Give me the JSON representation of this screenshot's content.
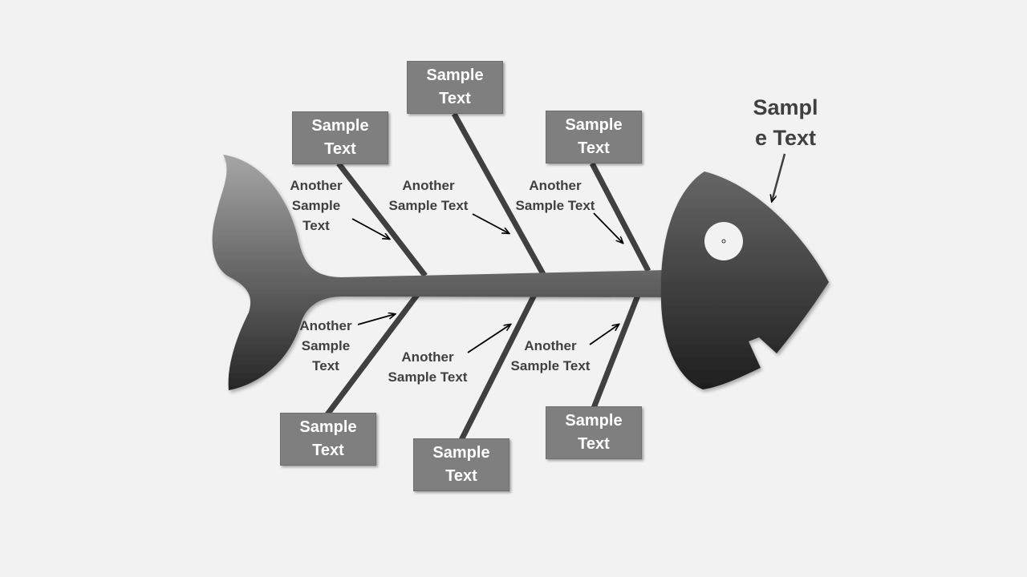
{
  "colors": {
    "background": "#f2f2f2",
    "fish_light": "#a6a6a6",
    "fish_dark": "#262626",
    "bone": "#404040",
    "box_fill": "#7f7f7f",
    "box_text": "#ffffff",
    "label_text": "#404040"
  },
  "head_label": "Sampl\ne Text",
  "top_boxes": [
    "Sample Text",
    "Sample Text",
    "Sample Text"
  ],
  "bottom_boxes": [
    "Sample Text",
    "Sample Text",
    "Sample Text"
  ],
  "top_labels": [
    "Another\nSample\nText",
    "Another\nSample Text",
    "Another\nSample Text"
  ],
  "bottom_labels": [
    "Another\nSample\nText",
    "Another\nSample Text",
    "Another\nSample Text"
  ]
}
